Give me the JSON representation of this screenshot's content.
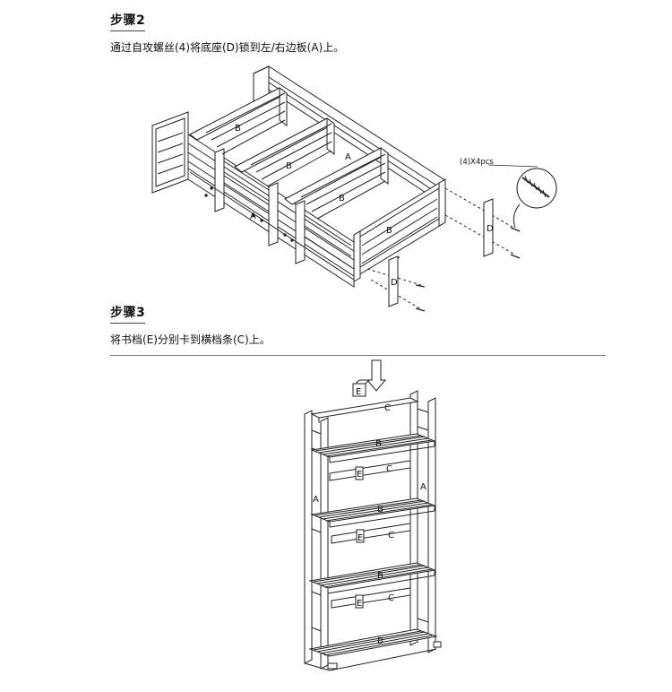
{
  "step2": {
    "title": "步骤2",
    "text": "通过自攻螺丝(4)将底座(D)锁到左/右边板(A)上。",
    "labels": {
      "a1": "A",
      "a2": "A",
      "b1": "B",
      "b2": "B",
      "b3": "B",
      "b4": "B",
      "d1": "D",
      "d2": "D"
    },
    "screw_callout": "(4)X4pcs"
  },
  "step3": {
    "title": "步骤3",
    "text": "将书档(E)分别卡到横档条(C)上。",
    "labels": {
      "e_top": "E",
      "c_top": "C",
      "b1": "B",
      "b2": "B",
      "b3": "B",
      "b4": "B",
      "a_left": "A",
      "a_right": "A",
      "e1": "E",
      "e2": "E",
      "e3": "E",
      "c1": "C",
      "c2": "C",
      "c3": "C"
    }
  }
}
